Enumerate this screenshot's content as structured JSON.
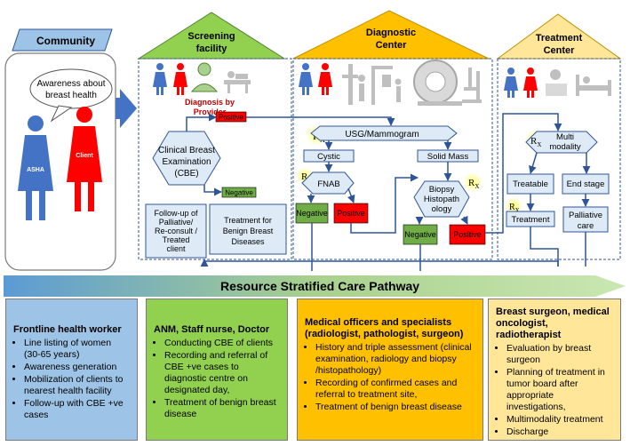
{
  "community": {
    "title": "Community",
    "speech": [
      "Awareness about",
      "breast health"
    ],
    "figure_left": "ASHA",
    "figure_right": "Client"
  },
  "screening": {
    "title": [
      "Screening",
      "facility"
    ],
    "diagnosis_by": [
      "Diagnosis by",
      "Provider"
    ],
    "cbe": [
      "Clinical Breast",
      "Examination",
      "(CBE)"
    ],
    "positive": "Positive",
    "negative": "Negative",
    "followup": [
      "Follow-up of",
      "Palliative/",
      "Re-consult /",
      "Treated",
      "client"
    ],
    "treatment_benign": [
      "Treatment for",
      "Benign Breast",
      "Diseases"
    ]
  },
  "diagnostic": {
    "title": [
      "Diagnostic",
      "Center"
    ],
    "rx": "R",
    "rx_sub": "X",
    "usg": "USG/Mammogram",
    "cystic": "Cystic",
    "solid": "Solid Mass",
    "fnab": "FNAB",
    "biopsy": [
      "Biopsy",
      "Histopath",
      "ology"
    ],
    "negative_1": "Negative",
    "positive_1": "Positive",
    "negative_2": "Negative",
    "positive_2": "Positive"
  },
  "treatment": {
    "title": [
      "Treatment",
      "Center"
    ],
    "multimodality": [
      "Multi",
      "modality"
    ],
    "treatable": "Treatable",
    "treatment_label": "Treatment",
    "end_stage": "End stage",
    "palliative": [
      "Palliative",
      "care"
    ]
  },
  "pathway_title": "Resource Stratified Care Pathway",
  "panels": [
    {
      "title": "Frontline health worker",
      "items": [
        "Line listing of women (30-65 years)",
        "Awareness generation",
        "Mobilization of clients to nearest health facility",
        "Follow-up with CBE +ve cases"
      ]
    },
    {
      "title": "ANM, Staff nurse, Doctor",
      "items": [
        "Conducting CBE of clients",
        "Recording and referral of CBE +ve cases to diagnostic centre on designated day,",
        "Treatment of benign breast disease"
      ]
    },
    {
      "title": "Medical officers and specialists (radiologist, pathologist, surgeon)",
      "items": [
        "History and triple assessment (clinical examination, radiology and biopsy /histopathology)",
        "Recording of confirmed cases and referral to treatment site,",
        "Treatment of benign breast disease"
      ]
    },
    {
      "title": "Breast surgeon, medical oncologist, radiotherapist",
      "items": [
        "Evaluation by breast surgeon",
        "Planning of treatment in tumor board after appropriate investigations,",
        "Multimodality treatment",
        "Discharge"
      ]
    }
  ],
  "colors": {
    "screening_roof": "#92d050",
    "diagnostic_roof": "#ffc000",
    "treatment_roof": "#ffe699",
    "box_fill": "#deebf7",
    "positive_fill": "#ff0000",
    "negative_fill": "#70ad47",
    "line": "#2f5597"
  }
}
